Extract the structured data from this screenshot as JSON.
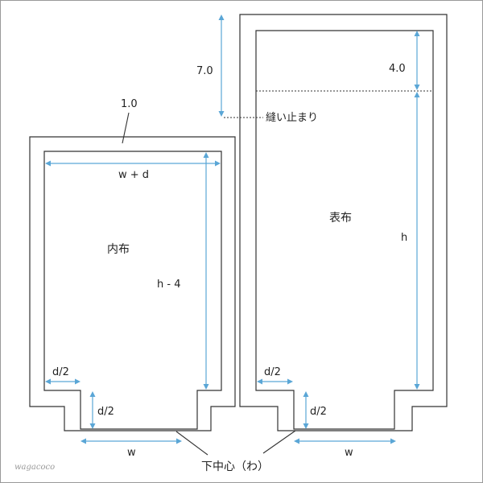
{
  "labels": {
    "seam_allowance": "1.0",
    "stitch_stop_height": "7.0",
    "stitch_stop": "縫い止まり",
    "outer_top_margin": "4.0",
    "inner_width": "w + d",
    "inner_fabric": "内布",
    "inner_height": "h - 4",
    "outer_fabric": "表布",
    "outer_height": "h",
    "corner_cut_width_left": "d/2",
    "corner_cut_height_left": "d/2",
    "corner_cut_width_right": "d/2",
    "corner_cut_height_right": "d/2",
    "bottom_width_left": "w",
    "bottom_width_right": "w",
    "fold_center": "下中心（わ）"
  },
  "watermark": "wagacoco",
  "colors": {
    "outline": "#333333",
    "dimension": "#5aa6d6",
    "background": "#ffffff"
  }
}
